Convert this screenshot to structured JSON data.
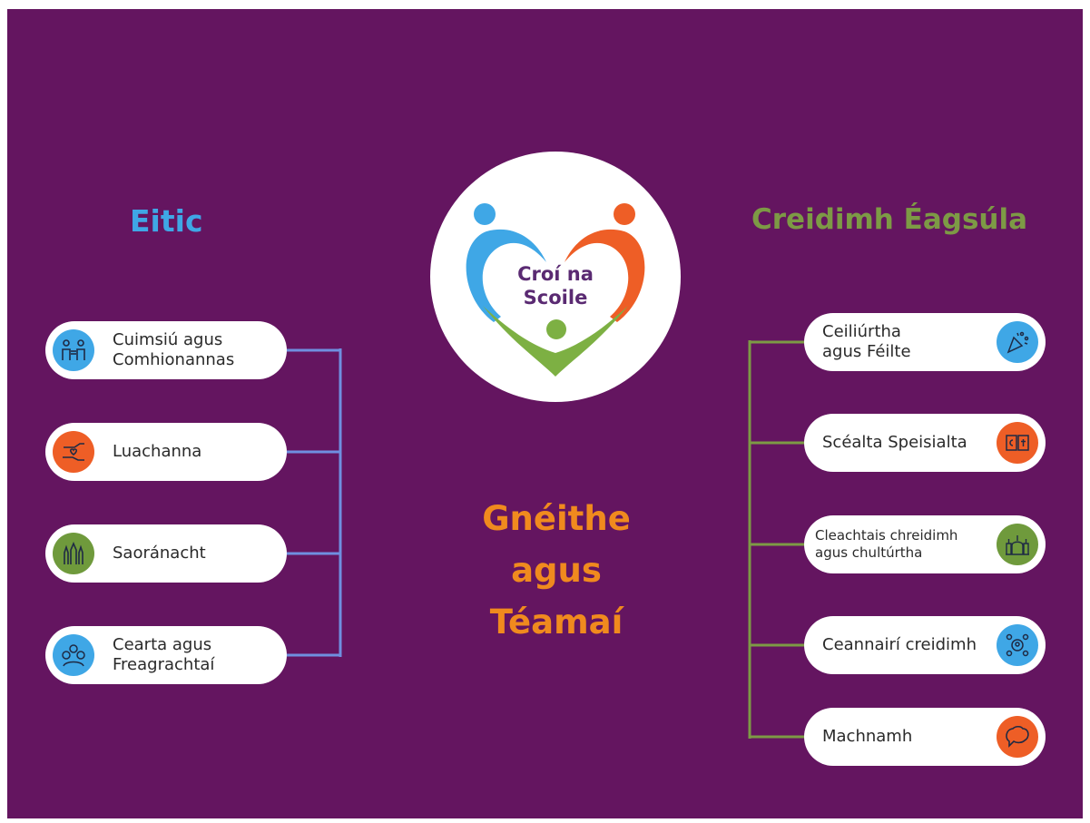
{
  "colors": {
    "background": "#641560",
    "eitic_blue": "#3fa7e6",
    "creidimh_green": "#7d9a45",
    "center_orange": "#f08a1e",
    "line_blue": "#6f8fe0",
    "line_green": "#7d9a45",
    "icon_blue": "#3fa7e6",
    "icon_orange": "#ee5e26",
    "icon_green": "#6f9a3c"
  },
  "logo": {
    "line1": "Croí na",
    "line2": "Scoile",
    "icon": "heart-family-logo"
  },
  "headings": {
    "eitic": "Eitic",
    "creidimh": "Creidimh Éagsúla",
    "center": [
      "Gnéithe",
      "agus",
      "Téamaí"
    ]
  },
  "eitic_items": [
    {
      "line1": "Cuimsiú agus",
      "line2": "Comhionannas",
      "icon": "equality-people-icon",
      "color": "#3fa7e6"
    },
    {
      "line1": "Luachanna",
      "line2": "",
      "icon": "hands-heart-icon",
      "color": "#ee5e26"
    },
    {
      "line1": "Saoránacht",
      "line2": "",
      "icon": "raised-hands-icon",
      "color": "#6f9a3c"
    },
    {
      "line1": "Cearta agus",
      "line2": "Freagrachtaí",
      "icon": "globe-people-icon",
      "color": "#3fa7e6"
    }
  ],
  "creidimh_items": [
    {
      "line1": "Ceiliúrtha",
      "line2": "agus Féilte",
      "icon": "party-popper-icon",
      "color": "#3fa7e6"
    },
    {
      "line1": "Scéalta Speisialta",
      "line2": "",
      "icon": "holy-books-icon",
      "color": "#ee5e26"
    },
    {
      "line1": "Cleachtais chreidimh",
      "line2": "agus chultúrtha",
      "icon": "places-of-worship-icon",
      "color": "#6f9a3c"
    },
    {
      "line1": "Ceannairí creidimh",
      "line2": "",
      "icon": "leader-network-icon",
      "color": "#3fa7e6"
    },
    {
      "line1": "Machnamh",
      "line2": "",
      "icon": "speech-bubble-icon",
      "color": "#ee5e26"
    }
  ]
}
